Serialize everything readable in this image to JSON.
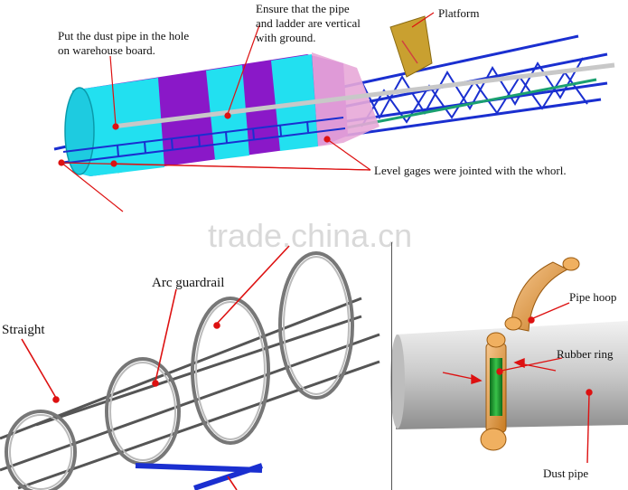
{
  "top_panel": {
    "label_dust_pipe_hole": [
      "Put the dust pipe in the hole",
      "on warehouse board."
    ],
    "label_vertical": [
      "Ensure that the pipe",
      "and ladder are vertical",
      "with ground."
    ],
    "label_platform": "Platform",
    "label_level_gages": "Level gages were jointed with the whorl.",
    "colors": {
      "cyan": "#22e0f0",
      "purple": "#8a18c8",
      "blue_truss": "#1a2fd0",
      "red_marker": "#dd1111"
    }
  },
  "watermark": "trade.china.cn",
  "bottom_left": {
    "label_straight": "Straight",
    "label_arc_guardrail": "Arc guardrail"
  },
  "bottom_right": {
    "label_pipe_hoop": "Pipe hoop",
    "label_rubber_ring": "Rubber ring",
    "label_dust_pipe": "Dust pipe"
  }
}
